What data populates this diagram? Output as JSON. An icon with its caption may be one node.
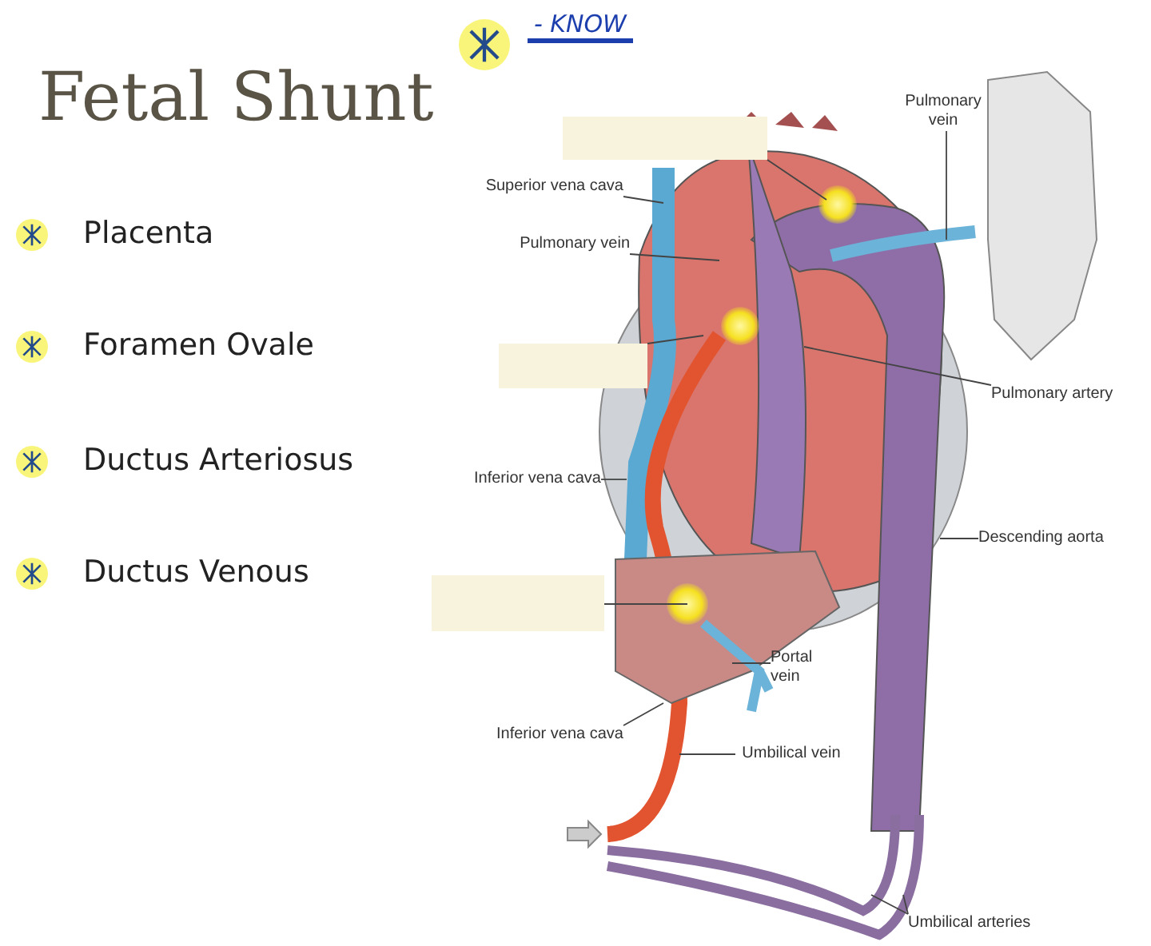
{
  "diagram": {
    "title": "Fetal Shunt",
    "nodes": [
      {
        "text": [
          "Pulmonary vein"
        ]
      },
      {
        "text": [],
        "shape": "box"
      },
      {
        "text": [
          "Superior vena cava"
        ]
      },
      {
        "text": [
          "Pulmonary vein"
        ]
      },
      {
        "text": [],
        "shape": "box"
      },
      {
        "text": [
          "Pulmonary artery"
        ]
      },
      {
        "text": [
          "Inferior vena cava"
        ]
      },
      {
        "text": [
          "Descending aorta"
        ]
      },
      {
        "text": [],
        "shape": "box"
      },
      {
        "text": [
          "Portal vein"
        ]
      },
      {
        "text": [
          "Inferior vena cava"
        ]
      },
      {
        "text": [
          "Umbilical vein"
        ]
      },
      {
        "text": [
          "Umbilical arteries"
        ]
      }
    ],
    "edges": [
      {
        "from": 0,
        "to": null,
        "arrow": "none"
      },
      {
        "from": 1,
        "to": null,
        "arrow": "none"
      },
      {
        "from": 2,
        "to": null,
        "arrow": "none"
      },
      {
        "from": 3,
        "to": null,
        "arrow": "none"
      },
      {
        "from": 4,
        "to": null,
        "arrow": "none"
      },
      {
        "from": 5,
        "to": null,
        "arrow": "none"
      },
      {
        "from": 6,
        "to": null,
        "arrow": "none"
      },
      {
        "from": 7,
        "to": null,
        "arrow": "none"
      },
      {
        "from": 8,
        "to": null,
        "arrow": "none"
      },
      {
        "from": 9,
        "to": null,
        "arrow": "none"
      },
      {
        "from": 10,
        "to": null,
        "arrow": "none"
      },
      {
        "from": 11,
        "to": null,
        "arrow": "none"
      },
      {
        "from": 12,
        "to": null,
        "arrow": "none"
      },
      {
        "from": 12,
        "to": null,
        "arrow": "none"
      }
    ],
    "labels": [
      "- KNOW",
      "Placenta",
      "Foramen Ovale",
      "Ductus Arteriosus",
      "Ductus Venous"
    ]
  }
}
